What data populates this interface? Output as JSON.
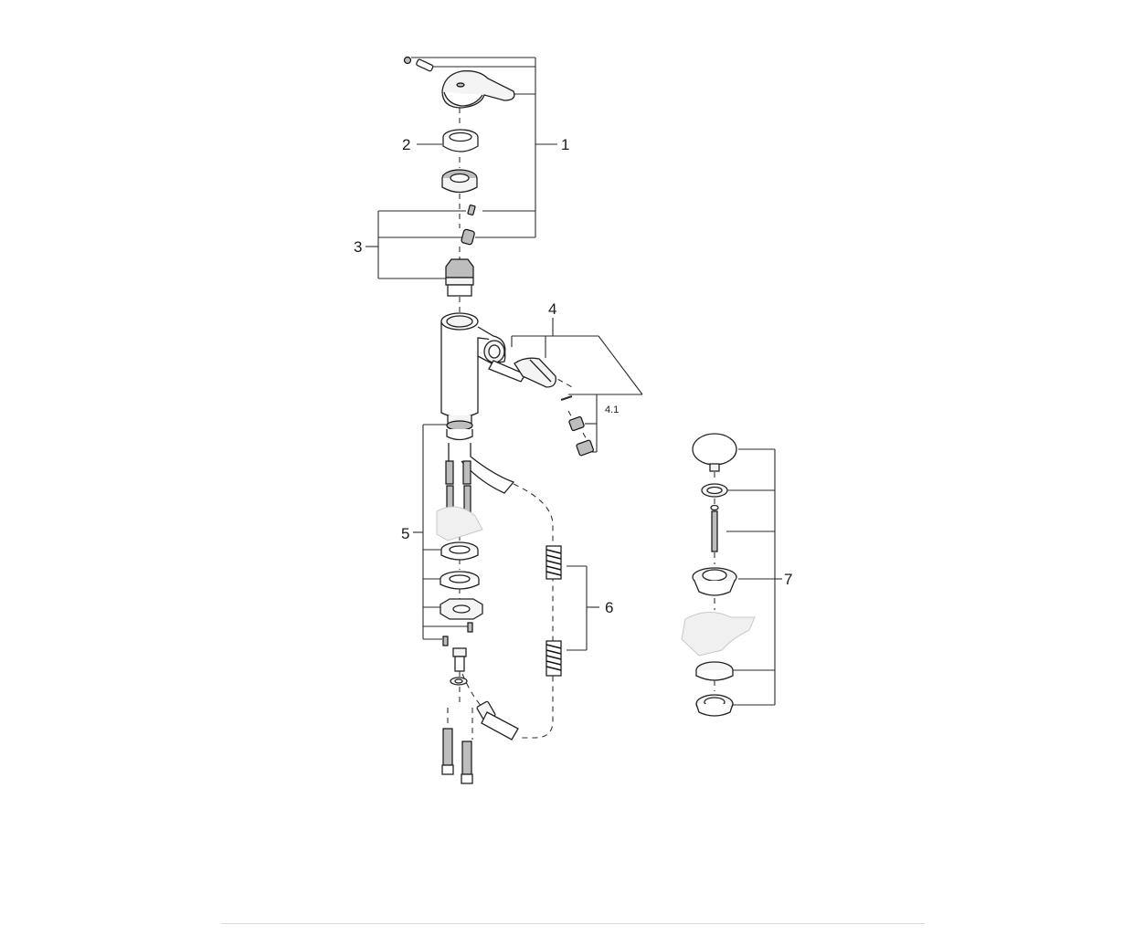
{
  "diagram": {
    "callouts": {
      "c1": "1",
      "c2": "2",
      "c3": "3",
      "c4": "4",
      "c41": "4.1",
      "c5": "5",
      "c6": "6",
      "c7": "7"
    }
  }
}
